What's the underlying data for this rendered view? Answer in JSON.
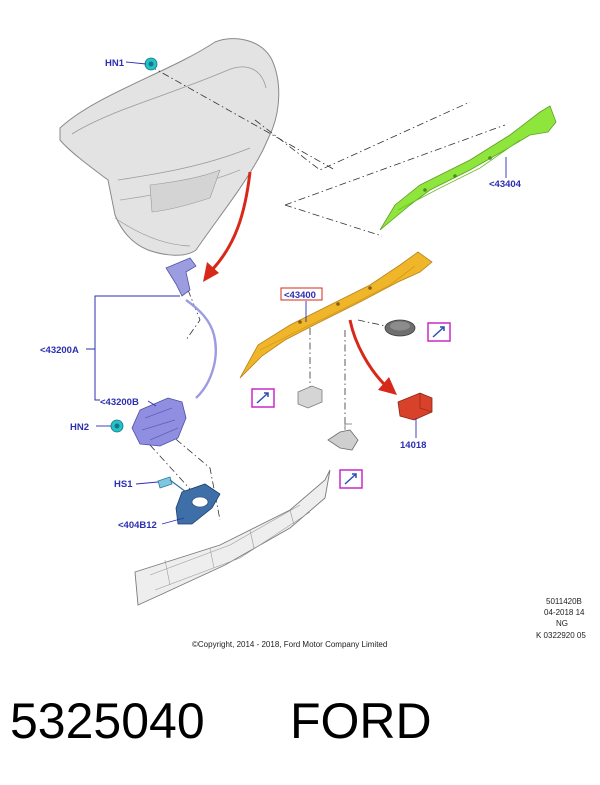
{
  "callouts": {
    "hn1": "HN1",
    "c43404": "<43404",
    "c43400": "<43400",
    "c43200a": "<43200A",
    "c43200b": "<43200B",
    "hn2": "HN2",
    "hs1": "HS1",
    "c404b12": "<404B12",
    "c14018": "14018"
  },
  "copyright": "©Copyright, 2014 - 2018, Ford Motor Company Limited",
  "drawing_info": {
    "line1": "5011420B",
    "line2": "04-2018 14",
    "line3": "NG",
    "line4": "K 0322920 05"
  },
  "part_number": "5325040",
  "brand": "FORD",
  "colors": {
    "lid": "#e2e2e2",
    "spoiler_green": "#8ee63c",
    "spoiler_yellow": "#f0b62a",
    "red_arrow": "#d8281a",
    "module_red": "#d8412a",
    "latch_purple": "#8f8ee0",
    "bracket_blue": "#3e6fa8",
    "clip_cyan": "#25c0c8",
    "magenta_box": "#c829c8",
    "callout_blue": "#2b2fb3"
  },
  "icons": [
    "arrow-reference-icon",
    "red-direction-arrow"
  ]
}
